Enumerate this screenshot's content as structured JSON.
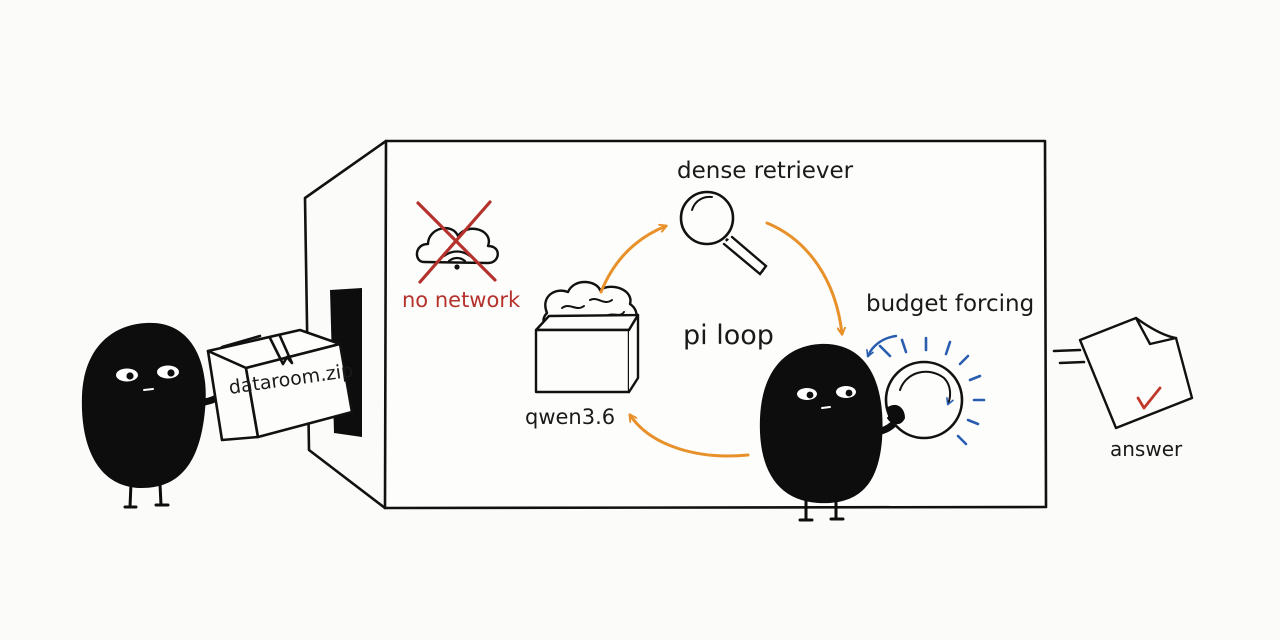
{
  "labels": {
    "no_network": "no network",
    "retriever": "dense retriever",
    "loop": "pi loop",
    "budget": "budget forcing",
    "model": "qwen3.6",
    "answer": "answer",
    "package": "dataroom.zip"
  },
  "icons": {
    "no_network": "crossed-out-cloud-wifi-icon",
    "retriever": "magnifier-icon",
    "model": "brain-in-box-icon",
    "budget": "dial-knob-icon",
    "answer": "checked-document-icon",
    "package": "cardboard-box-icon"
  },
  "colors": {
    "ink": "#111111",
    "arrow": "#e8912a",
    "no_network": "#b5322c",
    "dial_rays": "#2a5db0",
    "check": "#c0392b",
    "background": "#fbfbf9"
  }
}
